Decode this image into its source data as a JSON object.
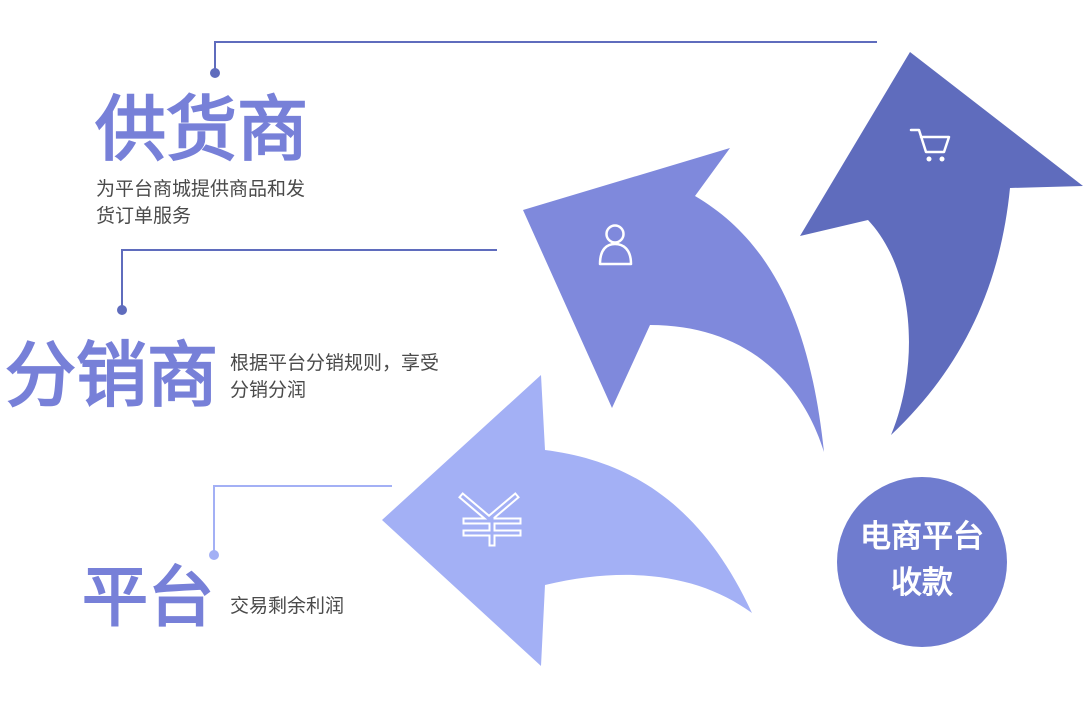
{
  "roles": [
    {
      "title": "供货商",
      "desc_lines": [
        "为平台商城提供商品和发",
        "货订单服务"
      ],
      "icon": "cart-icon"
    },
    {
      "title": "分销商",
      "desc_lines": [
        "根据平台分销规则，享受",
        "分销分润"
      ],
      "icon": "user-icon"
    },
    {
      "title": "平台",
      "desc_lines": [
        "交易剩余利润"
      ],
      "icon": "yuan-icon"
    }
  ],
  "center": {
    "line1": "电商平台",
    "line2": "收款"
  },
  "colors": {
    "title": "#7780d8",
    "supplier_arrow": "#5f6cbd",
    "distributor_arrow": "#7f89dc",
    "platform_arrow": "#a3b0f5",
    "circle": "#6f7ccf",
    "leader_dark": "#5f6cbd",
    "leader_light": "#a3b0f5"
  }
}
